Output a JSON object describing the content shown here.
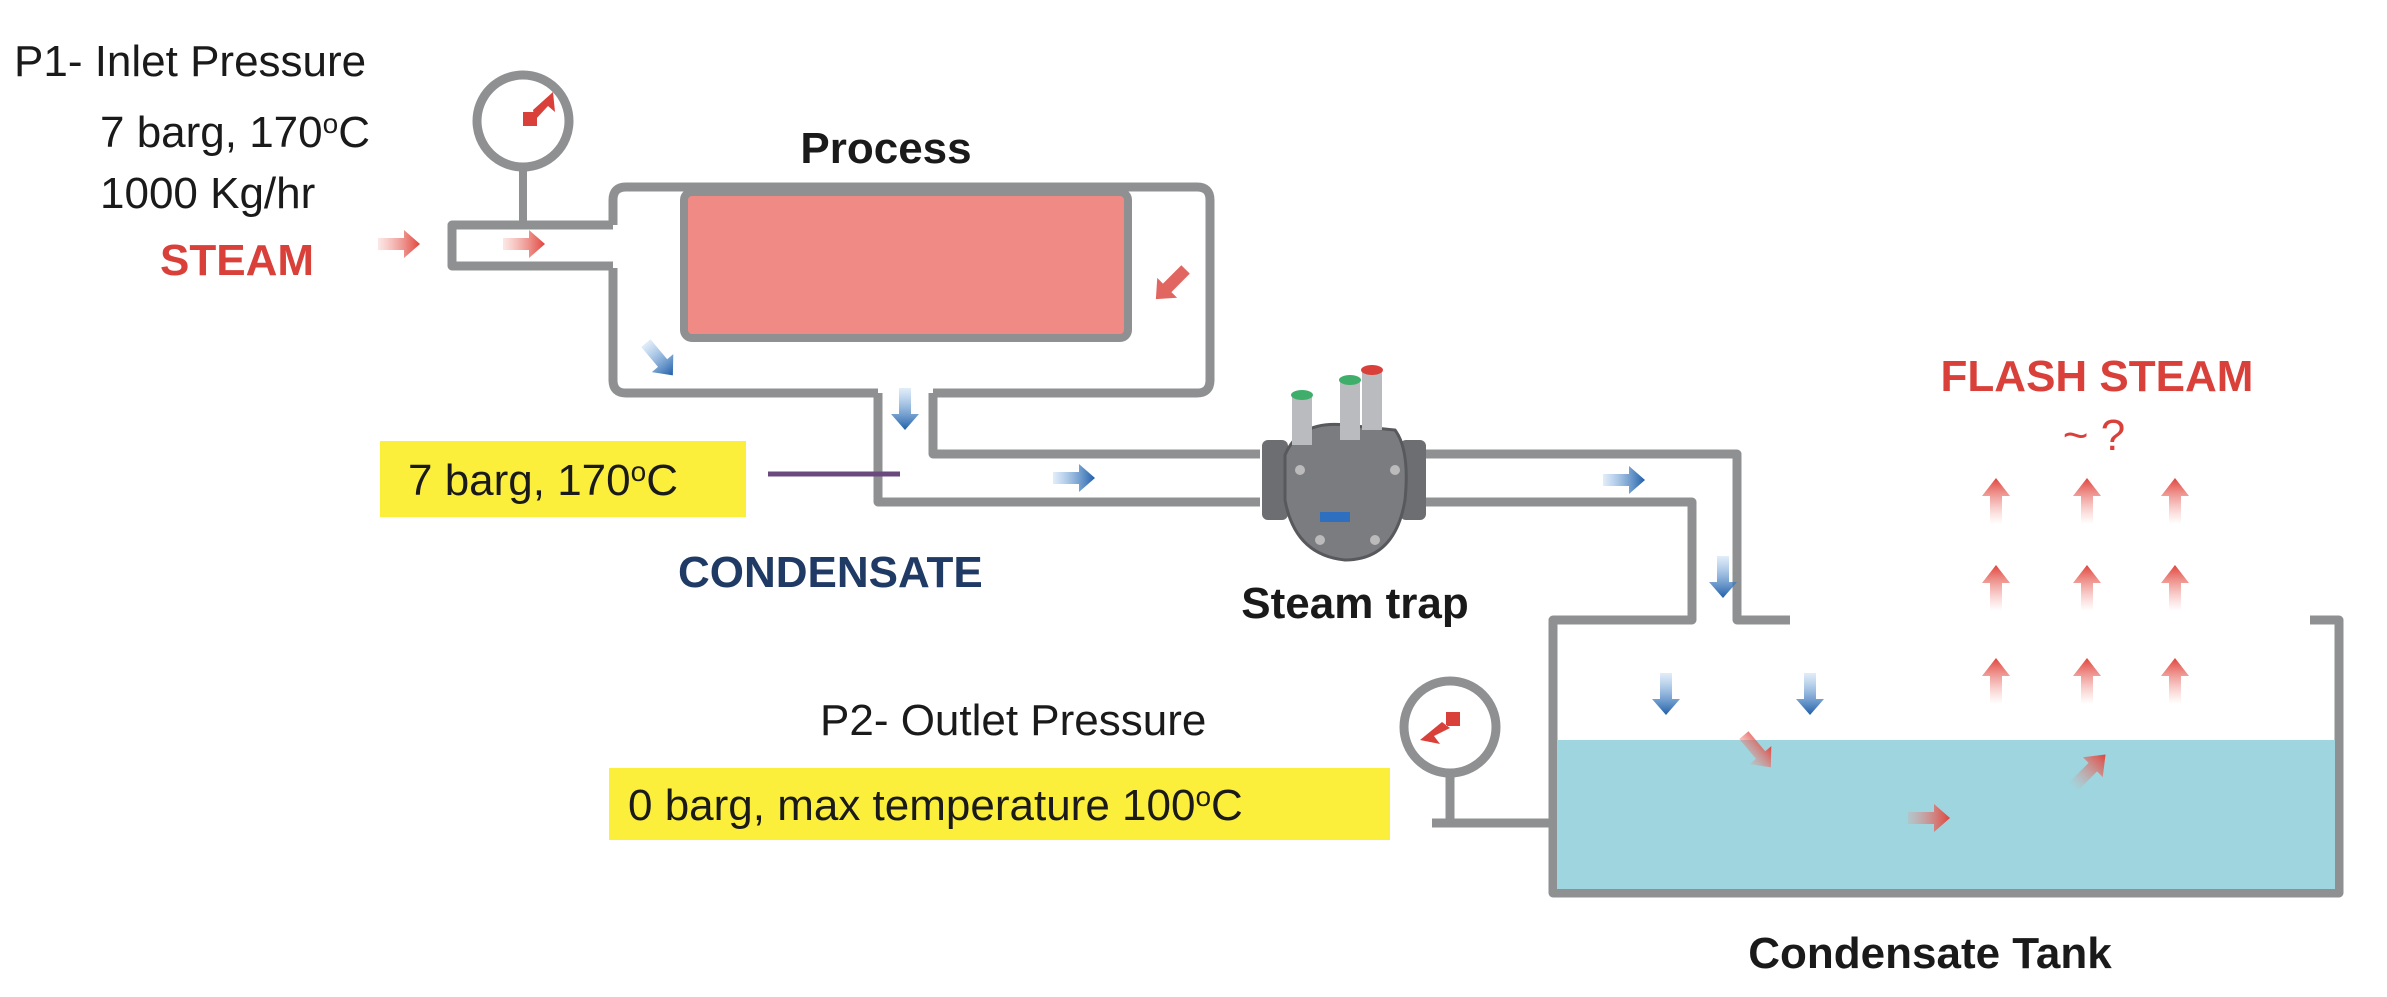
{
  "inlet": {
    "title": "P1- Inlet Pressure",
    "conditions": "7 barg, 170",
    "conditions_unit": "C",
    "flow": "1000 Kg/hr",
    "medium": "STEAM"
  },
  "process": {
    "label": "Process"
  },
  "condensate": {
    "conditions": "7 barg, 170",
    "conditions_unit": "C",
    "label": "CONDENSATE"
  },
  "trap": {
    "label": "Steam trap"
  },
  "outlet": {
    "title": "P2- Outlet Pressure",
    "conditions": "0 barg, max temperature 100",
    "conditions_unit": "C"
  },
  "flash": {
    "label": "FLASH STEAM",
    "amount": "~ ?"
  },
  "tank": {
    "label": "Condensate Tank"
  },
  "degree_symbol": "o",
  "colors": {
    "steam_red": "#d9403a",
    "condensate_blue": "#1f3a64",
    "highlight_yellow": "#fbef3c",
    "process_pink": "#ef8b84",
    "water": "#9fd5de",
    "pipe_gray": "#8f9092"
  },
  "icons": [
    "pressure-gauge-icon",
    "flow-arrow-icon",
    "steam-trap-icon"
  ]
}
